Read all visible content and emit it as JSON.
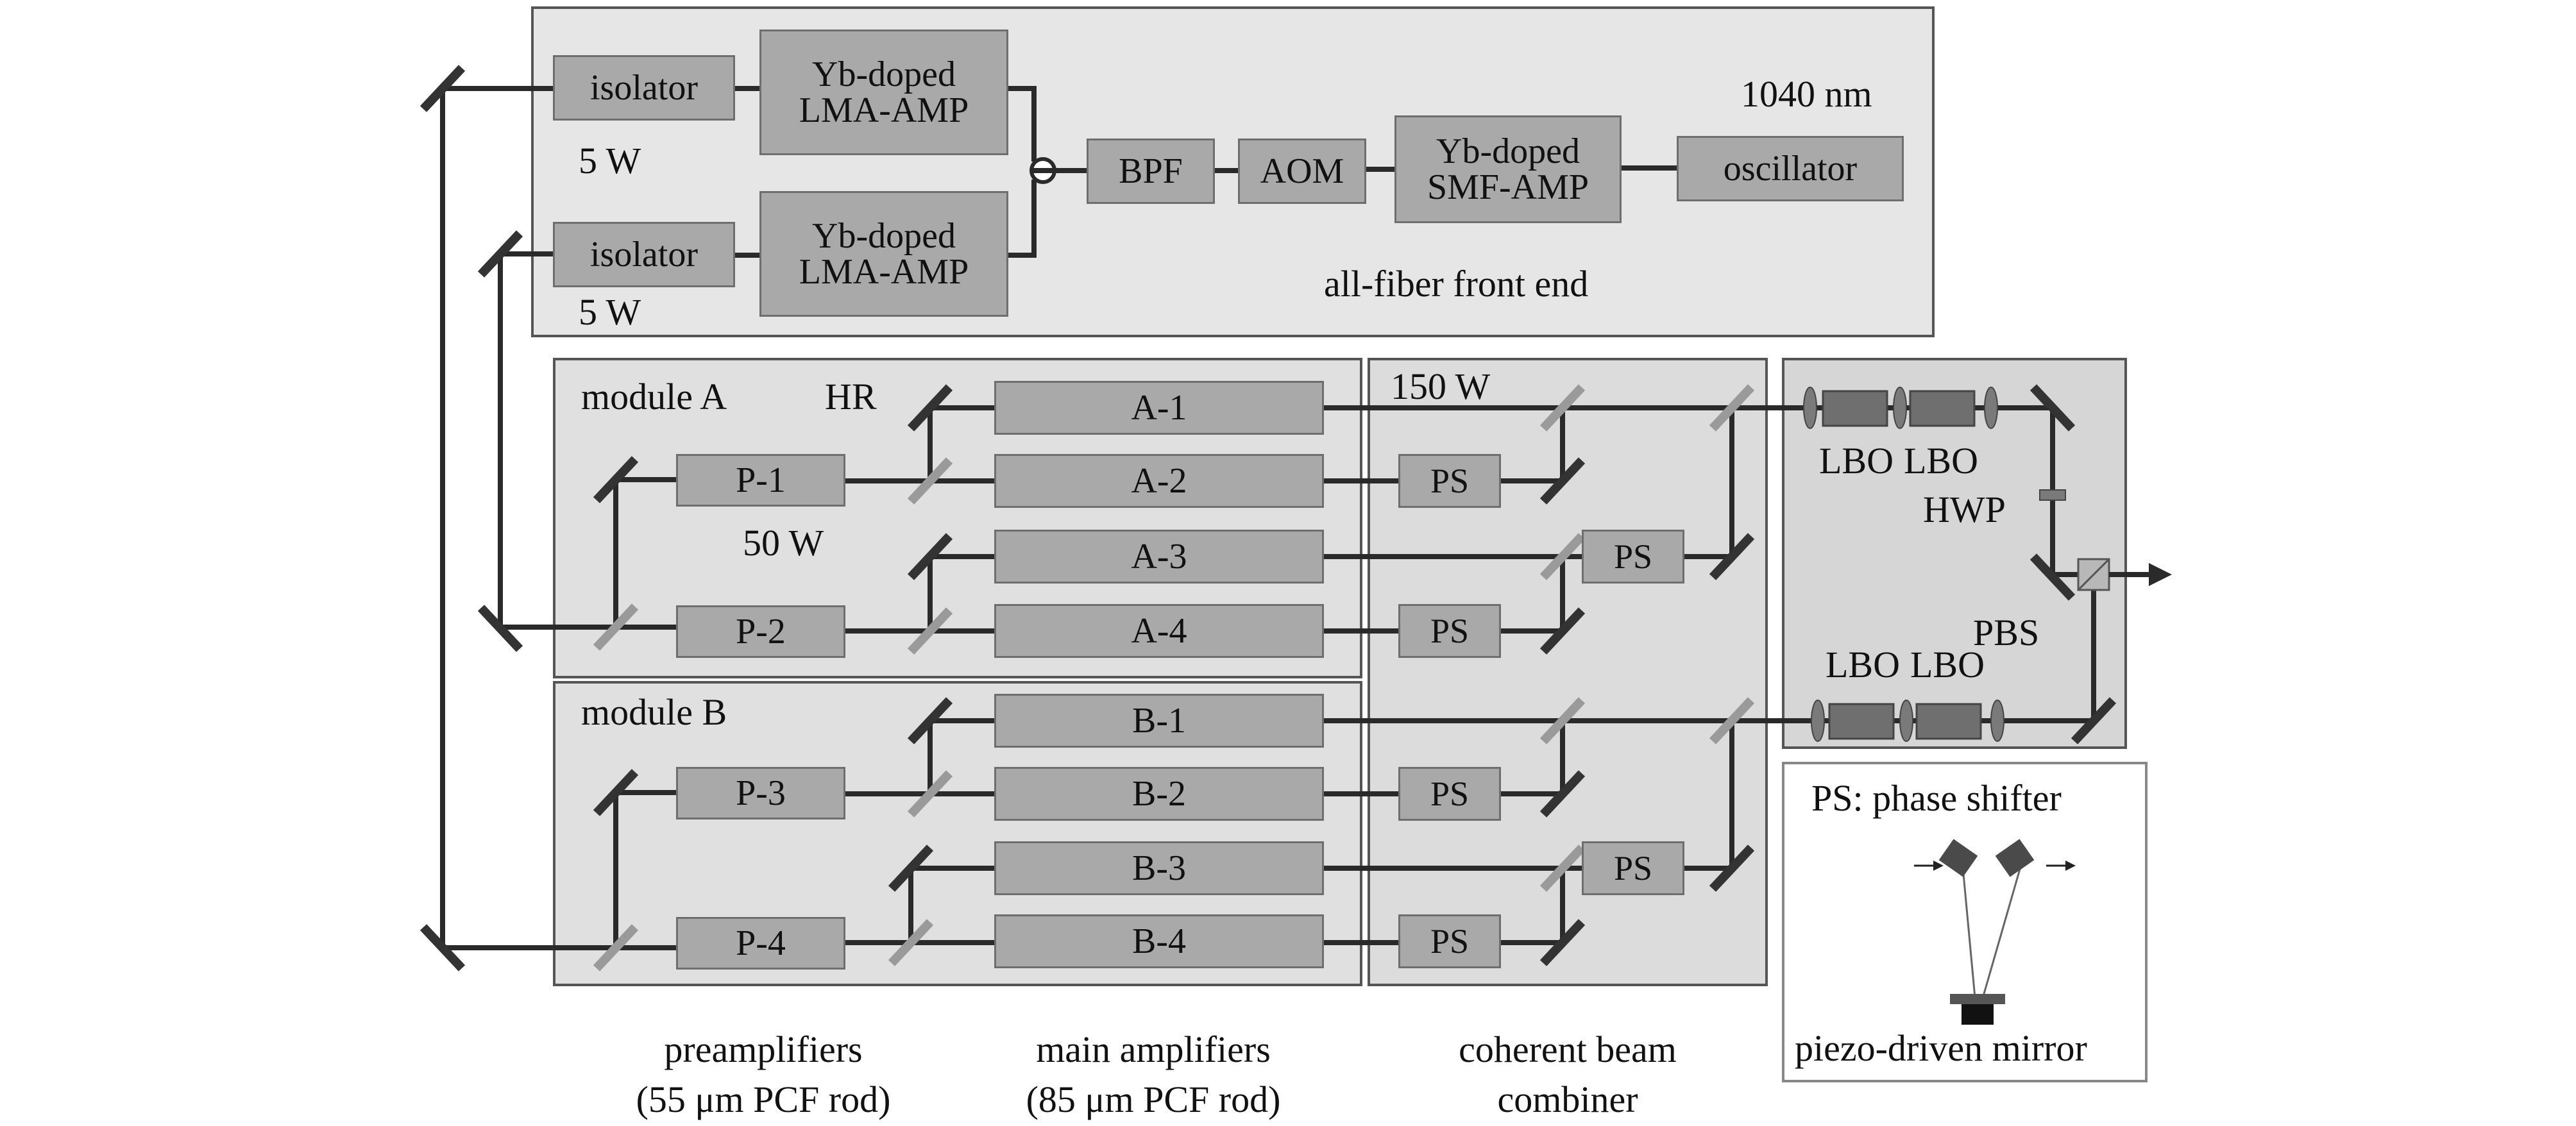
{
  "front_end": {
    "wavelength": "1040 nm",
    "oscillator": "oscillator",
    "smf_amp": [
      "Yb-doped",
      "SMF-AMP"
    ],
    "aom": "AOM",
    "bpf": "BPF",
    "lma_amp": [
      "Yb-doped",
      "LMA-AMP"
    ],
    "isolator": "isolator",
    "power_5w": "5 W",
    "title": "all-fiber front end"
  },
  "modules": {
    "a": "module A",
    "b": "module B",
    "hr": "HR",
    "p_power": "50 W",
    "preamps": [
      "P-1",
      "P-2",
      "P-3",
      "P-4"
    ],
    "main_amps": [
      "A-1",
      "A-2",
      "A-3",
      "A-4",
      "B-1",
      "B-2",
      "B-3",
      "B-4"
    ]
  },
  "combiner": {
    "power": "150 W",
    "ps": "PS"
  },
  "shg": {
    "lbo": "LBO",
    "hwp": "HWP",
    "pbs": "PBS"
  },
  "legend": {
    "title": "PS: phase shifter",
    "caption": "piezo-driven mirror"
  },
  "captions": {
    "preamps": [
      "preamplifiers",
      "(55 μm PCF rod)"
    ],
    "main": [
      "main amplifiers",
      "(85 μm PCF rod)"
    ],
    "combiner": [
      "coherent beam",
      "combiner"
    ]
  },
  "colors": {
    "box_fill": "#a9a9a9",
    "panel_fill": "#e6e6e6",
    "beam": "#2a2a2a",
    "mirror_dark": "#333333",
    "mirror_light": "#9a9a9a",
    "lbo_fill": "#6f6f6f"
  }
}
